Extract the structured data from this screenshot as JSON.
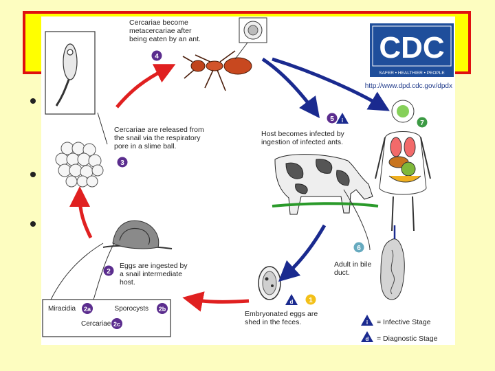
{
  "cdc_logo": {
    "text": "CDC",
    "tagline": "SAFER • HEALTHIER • PEOPLE",
    "color": "#1f4e9b"
  },
  "cdc_url": "http://www.dpd.cdc.gov/dpdx",
  "stages": {
    "s4": {
      "badge": "4",
      "lines": [
        "Cercariae become",
        "metacercariae after",
        "being eaten by an ant."
      ]
    },
    "s3": {
      "badge": "3",
      "lines": [
        "Cercariae are released from",
        "the snail via the respiratory",
        "pore in a slime ball."
      ]
    },
    "s5": {
      "badge": "5",
      "lines": [
        "Host becomes infected by",
        "ingestion of infected ants."
      ]
    },
    "s7": {
      "badge": "7"
    },
    "s6": {
      "badge": "6",
      "lines": [
        "Adult in bile",
        "duct."
      ]
    },
    "s2": {
      "badge": "2",
      "lines": [
        "Eggs are ingested by",
        "a snail intermediate",
        "host."
      ]
    },
    "s1": {
      "badge": "1",
      "lines": [
        "Embryonated eggs are",
        "shed in the feces."
      ]
    }
  },
  "inset": {
    "miracidia": "Miracidia",
    "miracidia_badge": "2a",
    "sporocysts": "Sporocysts",
    "sporocysts_badge": "2b",
    "cercariae": "Cercariae",
    "cercariae_badge": "2c"
  },
  "legend": {
    "infective_symbol": "i",
    "infective_label": "= Infective Stage",
    "diagnostic_symbol": "d",
    "diagnostic_label": "= Diagnostic Stage"
  },
  "colors": {
    "badge": "#5b2d8e",
    "badge_yellow": "#f3c018",
    "badge_teal": "#66aabf",
    "red_arrow": "#e02020",
    "blue_arrow": "#1a2a8f",
    "title_fill": "#ffff00",
    "title_border": "#e01010",
    "slide_bg": "#fdfdc0"
  }
}
